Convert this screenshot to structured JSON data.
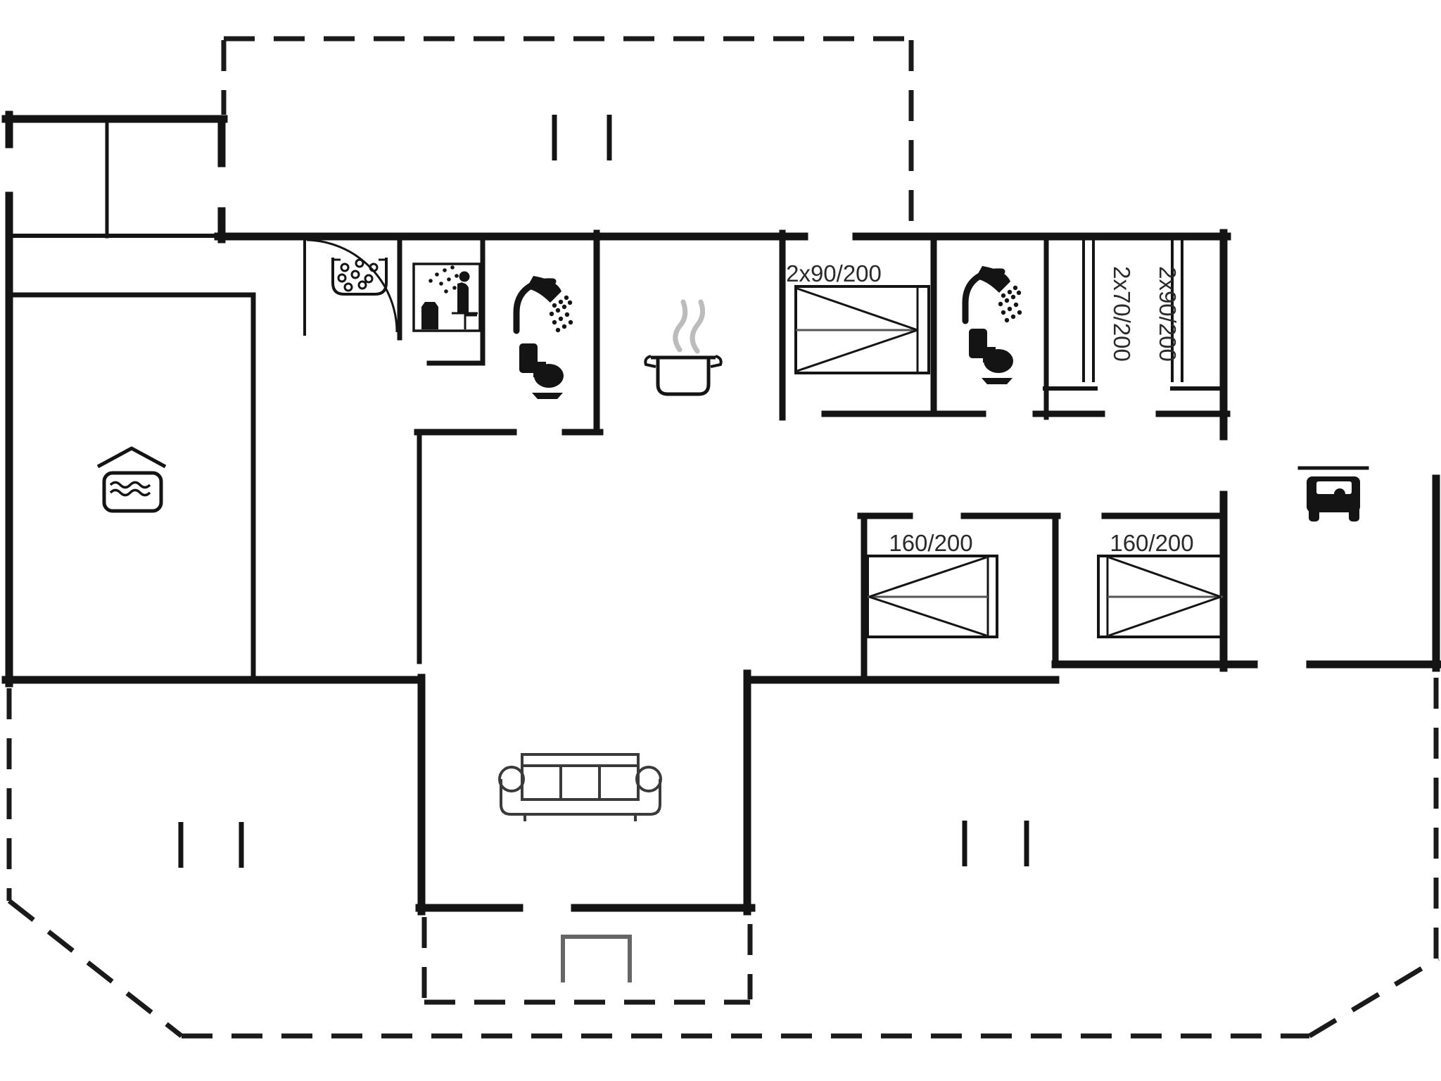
{
  "plan": {
    "type": "holiday-house-floor-plan",
    "colors": {
      "background": "#ffffff",
      "walls": "#141414",
      "steam_gray": "#bcbcbc"
    },
    "labels": {
      "bed_top": "2x90/200",
      "bunk_narrow": "2x70/200",
      "bunk_wide": "2x90/200",
      "bed_a": "160/200",
      "bed_b": "160/200"
    },
    "icons": [
      "covered-pool-icon",
      "whirlpool-icon",
      "sauna-icon",
      "shower-icon",
      "toilet-icon",
      "shower-icon",
      "toilet-icon",
      "cooking-pot-icon",
      "sofa-icon",
      "terrace-table-icon",
      "car-icon",
      "door-arc",
      "window-marks"
    ]
  }
}
